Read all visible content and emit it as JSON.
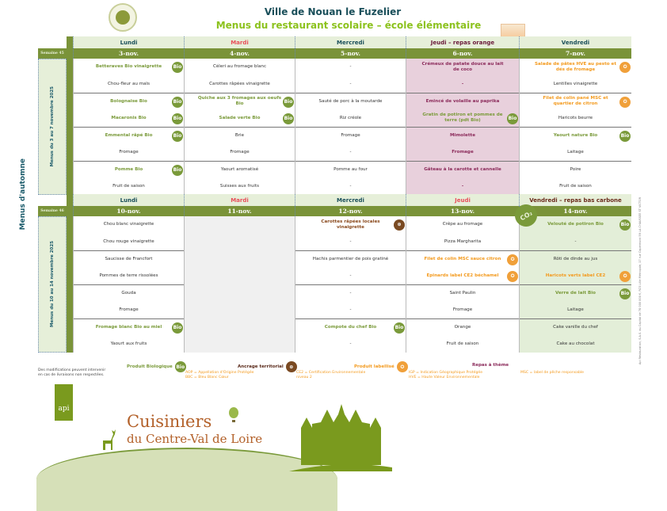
{
  "header": {
    "city": "Ville de Nouan le Fuzelier",
    "subtitle": "Menus du restaurant scolaire – école élémentaire",
    "season": "Menus d'automne"
  },
  "side_note": "Api Restauration, S.A.S. au Capital de 78 000 000 €, RCS Lille Métropole, 17 rue Capermont 59 LA CHAUSSEE ST VICTOR",
  "weeks": [
    {
      "week_label": "Semaine 45",
      "range_label": "Menus du 3 au 7 novembre 2025",
      "days": [
        {
          "name": "Lundi",
          "date": "3-nov.",
          "bg": "#ffffff",
          "name_color": "#1a4f5a",
          "items": [
            {
              "text": "Betteraves Bio vinaigrette",
              "style": "bio",
              "badge": "bio"
            },
            {
              "text": "Chou-fleur au maïs",
              "style": "plain"
            },
            {
              "text": "Bolognaise Bio",
              "style": "bio",
              "badge": "bio"
            },
            {
              "text": "Macaronis Bio",
              "style": "bio",
              "badge": "bio"
            },
            {
              "text": "Emmental râpé Bio",
              "style": "bio",
              "badge": "bio"
            },
            {
              "text": "Fromage",
              "style": "plain"
            },
            {
              "text": "Pomme Bio",
              "style": "bio",
              "badge": "bio"
            },
            {
              "text": "Fruit de saison",
              "style": "plain"
            }
          ]
        },
        {
          "name": "Mardi",
          "date": "4-nov.",
          "bg": "#ffffff",
          "name_color": "#e8505a",
          "items": [
            {
              "text": "Céleri au fromage blanc",
              "style": "plain"
            },
            {
              "text": "Carottes râpées vinaigrette",
              "style": "plain"
            },
            {
              "text": "Quiche aux 3 fromages aux oeufs Bio",
              "style": "bio",
              "badge": "bio"
            },
            {
              "text": "Salade verte Bio",
              "style": "bio",
              "badge": "bio"
            },
            {
              "text": "Brie",
              "style": "plain"
            },
            {
              "text": "Fromage",
              "style": "plain"
            },
            {
              "text": "Yaourt aromatisé",
              "style": "plain"
            },
            {
              "text": "Suisses aux fruits",
              "style": "plain"
            }
          ]
        },
        {
          "name": "Mercredi",
          "date": "5-nov.",
          "bg": "#ffffff",
          "name_color": "#1a4f5a",
          "items": [
            {
              "text": "-",
              "style": "plain"
            },
            {
              "text": "-",
              "style": "plain"
            },
            {
              "text": "Sauté de porc à la moutarde",
              "style": "plain"
            },
            {
              "text": "Riz créole",
              "style": "plain"
            },
            {
              "text": "Fromage",
              "style": "plain"
            },
            {
              "text": "-",
              "style": "plain"
            },
            {
              "text": "Pomme au four",
              "style": "plain"
            },
            {
              "text": "-",
              "style": "plain"
            }
          ]
        },
        {
          "name": "Jeudi – repas orange",
          "date": "6-nov.",
          "bg": "#e8d0dc",
          "name_color": "#6a1a3a",
          "items": [
            {
              "text": "Crémeux de patate douce au lait de coco",
              "style": "theme"
            },
            {
              "text": "-",
              "style": "theme"
            },
            {
              "text": "Emincé de volaille au paprika",
              "style": "theme"
            },
            {
              "text": "Gratin de potiron et pommes de terre (pdt Bio)",
              "style": "bio",
              "badge": "bio"
            },
            {
              "text": "Mimolette",
              "style": "theme"
            },
            {
              "text": "Fromage",
              "style": "theme"
            },
            {
              "text": "Gâteau à la carotte et cannelle",
              "style": "theme"
            },
            {
              "text": "-",
              "style": "theme"
            }
          ]
        },
        {
          "name": "Vendredi",
          "date": "7-nov.",
          "bg": "#ffffff",
          "name_color": "#1a4f5a",
          "items": [
            {
              "text": "Salade de pâtes HVE au pesto et dés de fromage",
              "style": "label",
              "badge": "label"
            },
            {
              "text": "Lentilles vinaigrette",
              "style": "plain"
            },
            {
              "text": "Filet de colin pané MSC et quartier de citron",
              "style": "label",
              "badge": "label"
            },
            {
              "text": "Haricots beurre",
              "style": "plain"
            },
            {
              "text": "Yaourt nature Bio",
              "style": "bio",
              "badge": "bio"
            },
            {
              "text": "Laitage",
              "style": "plain"
            },
            {
              "text": "Poire",
              "style": "plain"
            },
            {
              "text": "Fruit de saison",
              "style": "plain"
            }
          ]
        }
      ]
    },
    {
      "week_label": "Semaine 46",
      "range_label": "Menus du 10 au 14 novembre 2025",
      "days": [
        {
          "name": "Lundi",
          "date": "10-nov.",
          "bg": "#ffffff",
          "name_color": "#1a4f5a",
          "items": [
            {
              "text": "Chou blanc vinaigrette",
              "style": "plain"
            },
            {
              "text": "Chou rouge vinaigrette",
              "style": "plain"
            },
            {
              "text": "Saucisse de Francfort",
              "style": "plain"
            },
            {
              "text": "Pommes de terre rissolées",
              "style": "plain"
            },
            {
              "text": "Gouda",
              "style": "plain"
            },
            {
              "text": "Fromage",
              "style": "plain"
            },
            {
              "text": "Fromage blanc Bio au miel",
              "style": "bio",
              "badge": "bio"
            },
            {
              "text": "Yaourt aux fruits",
              "style": "plain"
            }
          ]
        },
        {
          "name": "Mardi",
          "date": "11-nov.",
          "bg": "#f0f0f0",
          "name_color": "#e8505a",
          "items": []
        },
        {
          "name": "Mercredi",
          "date": "12-nov.",
          "bg": "#ffffff",
          "name_color": "#1a4f5a",
          "items": [
            {
              "text": "Carottes râpées locales vinaigrette",
              "style": "local",
              "badge": "local"
            },
            {
              "text": "-",
              "style": "plain"
            },
            {
              "text": "Hachis parmentier de pois gratiné",
              "style": "plain"
            },
            {
              "text": "-",
              "style": "plain"
            },
            {
              "text": "-",
              "style": "plain"
            },
            {
              "text": "-",
              "style": "plain"
            },
            {
              "text": "Compote du chef Bio",
              "style": "bio",
              "badge": "bio"
            },
            {
              "text": "-",
              "style": "plain"
            }
          ]
        },
        {
          "name": "Jeudi",
          "date": "13-nov.",
          "bg": "#ffffff",
          "name_color": "#e8505a",
          "items": [
            {
              "text": "Crêpe au fromage",
              "style": "plain"
            },
            {
              "text": "Pizza Margharita",
              "style": "plain"
            },
            {
              "text": "Filet de colin MSC sauce citron",
              "style": "label",
              "badge": "label"
            },
            {
              "text": "Epinards label CE2 béchamel",
              "style": "label",
              "badge": "label"
            },
            {
              "text": "Saint Paulin",
              "style": "plain"
            },
            {
              "text": "Fromage",
              "style": "plain"
            },
            {
              "text": "Orange",
              "style": "plain"
            },
            {
              "text": "Fruit de saison",
              "style": "plain"
            }
          ]
        },
        {
          "name": "Vendredi – repas bas carbone",
          "date": "14-nov.",
          "bg": "#e3eed8",
          "name_color": "#6a2a1a",
          "items": [
            {
              "text": "Velouté de potiron Bio",
              "style": "bio",
              "badge": "bio"
            },
            {
              "text": "-",
              "style": "plain"
            },
            {
              "text": "Rôti de dinde au jus",
              "style": "plain"
            },
            {
              "text": "Haricots verts label CE2",
              "style": "label",
              "badge": "label"
            },
            {
              "text": "Verre de lait Bio",
              "style": "bio",
              "badge": "bio"
            },
            {
              "text": "Laitage",
              "style": "plain"
            },
            {
              "text": "Cake vanille du chef",
              "style": "plain"
            },
            {
              "text": "Cake au chocolat",
              "style": "plain"
            }
          ]
        }
      ]
    }
  ],
  "badges": {
    "bio": "Bio",
    "label": "✪",
    "local": "⊛",
    "co2": "CO₂"
  },
  "legend": {
    "note": "Des modifications peuvent intervenir en cas de livraisons non respectées.",
    "bio": "Produit Biologique",
    "local": "Ancrage territorial",
    "label": "Produit labellisé",
    "theme": "Repas à thème",
    "aop": "AOP = Appellation d'Origine Protégée",
    "bbc": "BBC = Bleu Blanc Cœur",
    "ce2": "CE2 = Certification Environnementale niveau 2",
    "igp": "IGP = Indication Géographique Protégée",
    "hve": "HVE = Haute Valeur Environnementale",
    "msc": "MSC = label de pêche responsable"
  },
  "footer": {
    "api": "api",
    "brand_line1": "Cuisiniers",
    "brand_line2": "du Centre-Val de Loire"
  }
}
